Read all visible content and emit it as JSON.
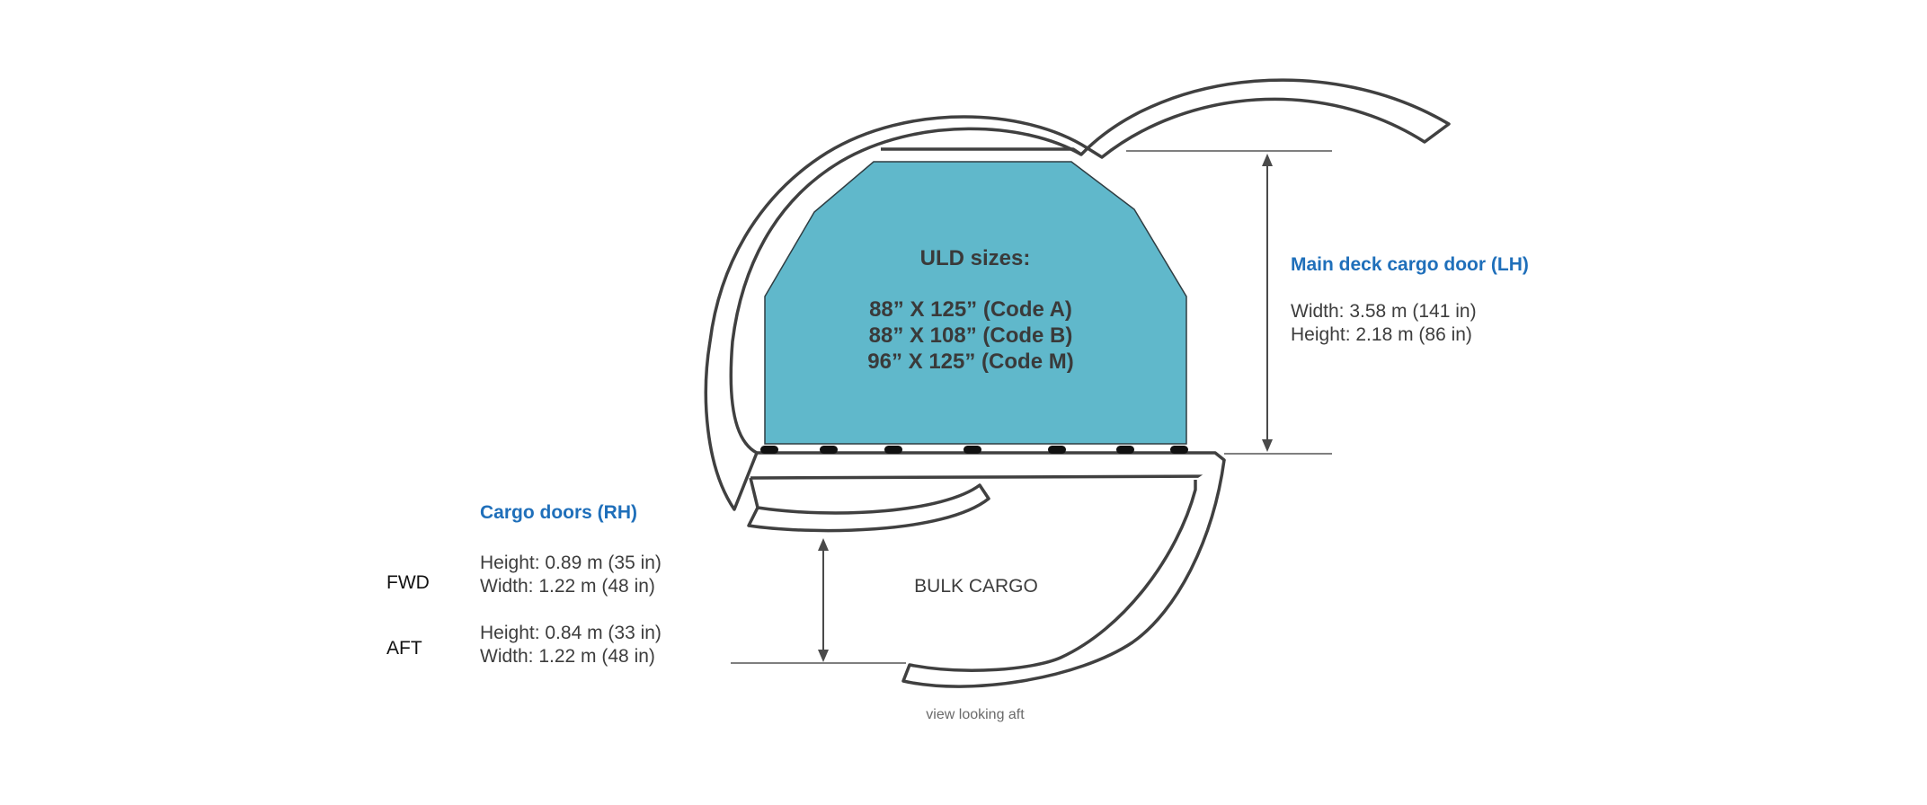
{
  "colors": {
    "accent": "#1f6fba",
    "uld_fill": "#60b8cb",
    "outline": "#404040",
    "dimension_line": "#4a4a4a",
    "roller": "#111111"
  },
  "uld": {
    "title": "ULD sizes:",
    "sizes": [
      "88” X 125” (Code A)",
      "88” X 108” (Code B)",
      "96” X 125” (Code M)"
    ]
  },
  "main_door": {
    "title": "Main deck cargo door (LH)",
    "width": "Width: 3.58 m (141 in)",
    "height": "Height: 2.18 m (86 in)"
  },
  "lower_doors": {
    "title": "Cargo doors (RH)",
    "fwd": {
      "label": "FWD",
      "height": "Height: 0.89 m (35 in)",
      "width": "Width: 1.22 m (48 in)"
    },
    "aft": {
      "label": "AFT",
      "height": "Height: 0.84 m (33 in)",
      "width": "Width: 1.22 m (48 in)"
    }
  },
  "bulk_label": "BULK CARGO",
  "caption": "view looking aft"
}
